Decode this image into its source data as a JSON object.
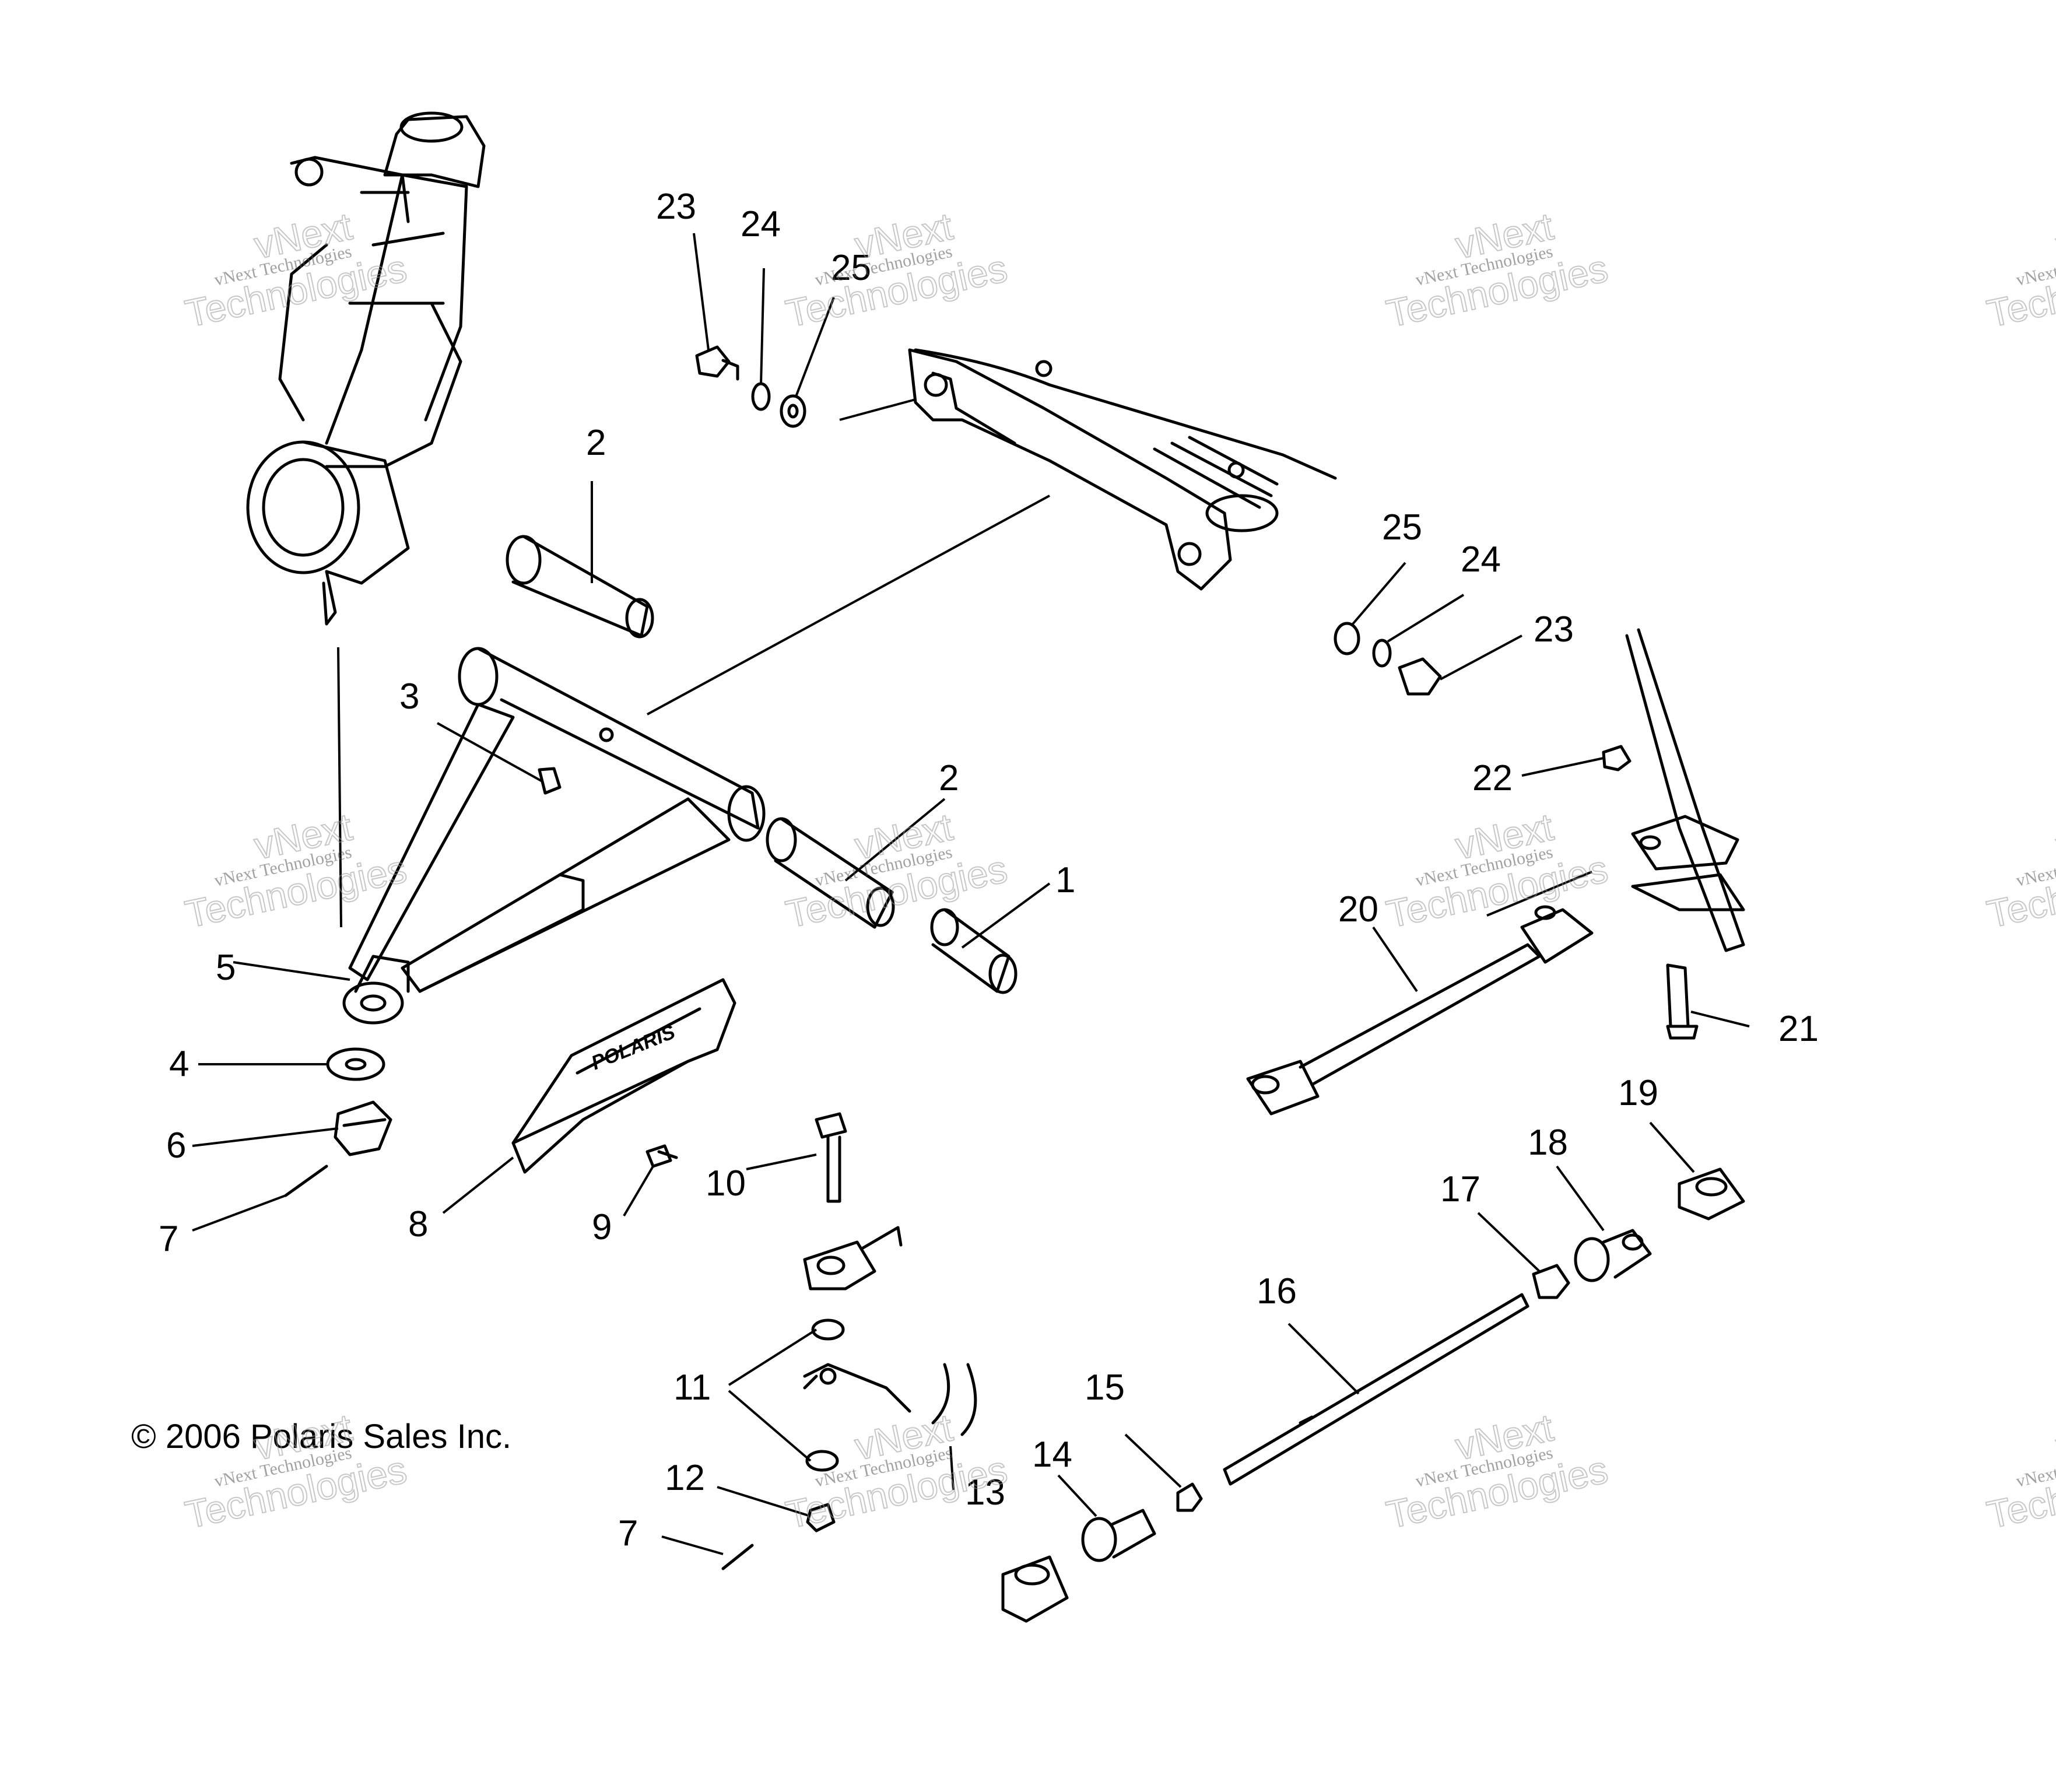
{
  "callouts": {
    "c1": "1",
    "c2a": "2",
    "c2b": "2",
    "c3": "3",
    "c4": "4",
    "c5": "5",
    "c6": "6",
    "c7a": "7",
    "c7b": "7",
    "c8": "8",
    "c9": "9",
    "c10": "10",
    "c11": "11",
    "c12": "12",
    "c13": "13",
    "c14": "14",
    "c15": "15",
    "c16": "16",
    "c17": "17",
    "c18": "18",
    "c19": "19",
    "c20": "20",
    "c21": "21",
    "c22": "22",
    "c23a": "23",
    "c23b": "23",
    "c24a": "24",
    "c24b": "24",
    "c25a": "25",
    "c25b": "25"
  },
  "copyright": "© 2006 Polaris Sales Inc.",
  "skid_plate_logo": "POLARIS",
  "watermark": {
    "line1": "vNext Technologies",
    "line2": "vNext",
    "line3": "Technologies"
  }
}
